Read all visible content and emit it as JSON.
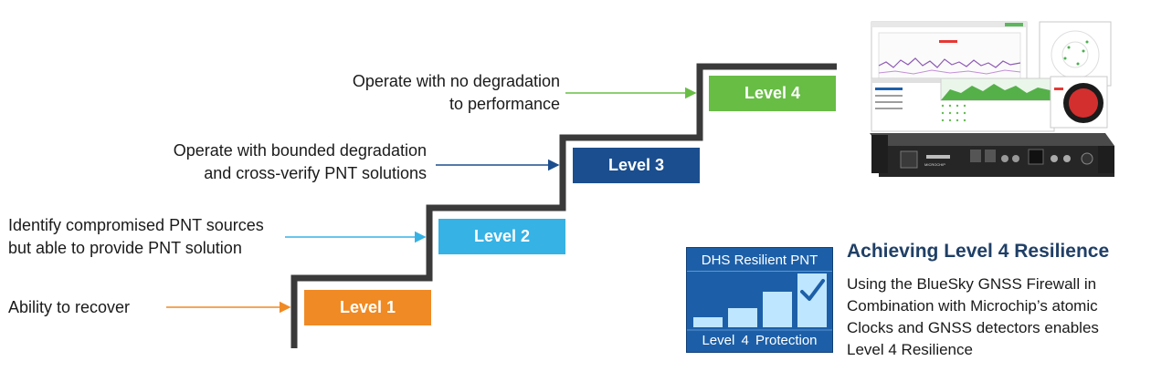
{
  "levels": [
    {
      "label": "Level 1",
      "description": "Ability to recover",
      "color": "#f08a24"
    },
    {
      "label": "Level 2",
      "description": "Identify compromised PNT sources\nbut able to provide PNT solution",
      "color": "#36b2e5"
    },
    {
      "label": "Level 3",
      "description": "Operate with bounded degradation\nand cross-verify PNT solutions",
      "color": "#1b4e8e"
    },
    {
      "label": "Level 4",
      "description": "Operate with no degradation\nto performance",
      "color": "#68bd45"
    }
  ],
  "badge": {
    "title": "DHS Resilient PNT",
    "footer": "Level 4 Protection",
    "bar_color": "#bfe6ff"
  },
  "resilience": {
    "heading": "Achieving Level 4 Resilience",
    "body": "Using the BlueSky GNSS Firewall in\nCombination with Microchip’s atomic\nClocks and GNSS detectors enables\nLevel 4 Resilience"
  },
  "hardware": {
    "brand": "MICROCHIP"
  },
  "icons": [
    "checkmark-icon",
    "stair-outline",
    "arrow-right-icon"
  ]
}
